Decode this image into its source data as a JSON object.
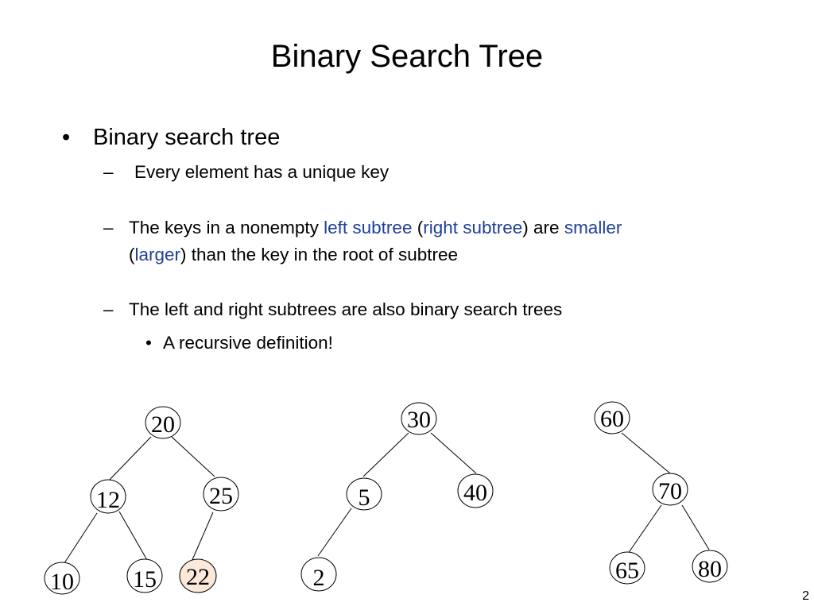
{
  "slide": {
    "title": "Binary Search Tree",
    "bullet1": "Binary search tree",
    "dash": "–",
    "sub1": "Every element has a unique key",
    "sub2": {
      "t1": "The keys in a nonempty ",
      "h1": "left subtree",
      "t2": " (",
      "h2": "right subtree",
      "t3": ") are ",
      "h3": "smaller",
      "t4": "(",
      "h4": "larger",
      "t5": ") than the key in the root of subtree"
    },
    "sub3": "The left and right subtrees are also binary search trees",
    "subsub1": "A recursive definition!",
    "bullet_char": "•",
    "page_number": "2"
  },
  "colors": {
    "highlight_text": "#1f3f9c",
    "highlight_node_fill": "#fde9d9"
  },
  "trees": [
    {
      "nodes": [
        {
          "label": "20"
        },
        {
          "label": "12"
        },
        {
          "label": "25"
        },
        {
          "label": "10"
        },
        {
          "label": "15"
        },
        {
          "label": "22",
          "highlight": true
        }
      ]
    },
    {
      "nodes": [
        {
          "label": "30"
        },
        {
          "label": "5"
        },
        {
          "label": "40"
        },
        {
          "label": "2"
        }
      ]
    },
    {
      "nodes": [
        {
          "label": "60"
        },
        {
          "label": "70"
        },
        {
          "label": "65"
        },
        {
          "label": "80"
        }
      ]
    }
  ]
}
